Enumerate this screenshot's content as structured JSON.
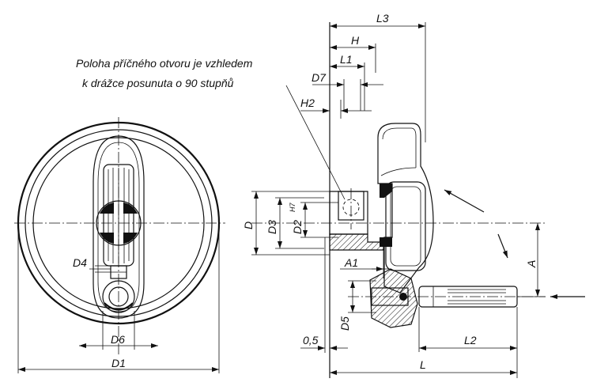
{
  "note": {
    "line1": "Poloha příčného otvoru je vzhledem",
    "line2": "k drážce posunuta o 90 stupňů"
  },
  "labels": {
    "L3": "L3",
    "H": "H",
    "L1": "L1",
    "D7": "D7",
    "H2": "H2",
    "D": "D",
    "D3": "D3",
    "D2": "D2",
    "H7": "H7",
    "A1": "A1",
    "A": "A",
    "D5": "D5",
    "half": "0,5",
    "L2": "L2",
    "L": "L",
    "D4": "D4",
    "D6": "D6",
    "D1": "D1"
  }
}
